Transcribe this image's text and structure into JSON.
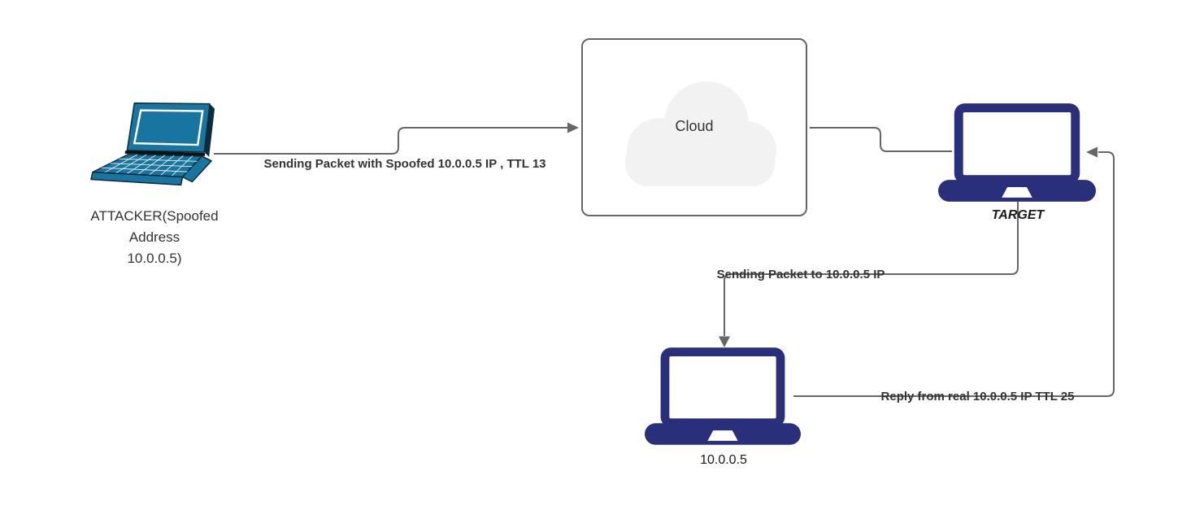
{
  "colors": {
    "attacker_laptop": "#17759F",
    "target_laptop": "#2A2F7B",
    "connector": "#666666",
    "box_border": "#666666",
    "cloud_fill": "#F2F2F2",
    "label_text": "#333333"
  },
  "nodes": {
    "attacker": {
      "label": "ATTACKER(Spoofed\nAddress\n10.0.0.5)"
    },
    "cloud": {
      "label": "Cloud"
    },
    "target": {
      "label": "TARGET"
    },
    "real_host": {
      "label": "10.0.0.5"
    }
  },
  "edges": {
    "attacker_to_cloud": {
      "label": "Sending Packet with Spoofed 10.0.0.5 IP , TTL 13",
      "from": "attacker",
      "to": "cloud",
      "arrow": "end"
    },
    "cloud_to_target": {
      "label": "",
      "from": "cloud",
      "to": "target",
      "arrow": "none"
    },
    "target_to_real_host": {
      "label": "Sending Packet to 10.0.0.5 IP",
      "from": "target",
      "to": "real_host",
      "arrow": "end"
    },
    "real_host_to_target": {
      "label": "Reply from real 10.0.0.5 IP TTL 25",
      "from": "real_host",
      "to": "target",
      "arrow": "end"
    }
  }
}
